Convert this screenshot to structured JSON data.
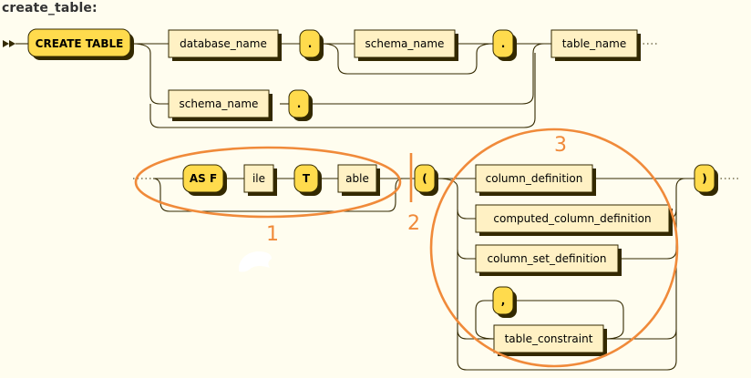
{
  "title": "create_table:",
  "tokens": {
    "create_table": "CREATE TABLE",
    "database_name": "database_name",
    "dot": ".",
    "schema_name": "schema_name",
    "table_name": "table_name",
    "as_f": "AS F",
    "ile": "ile",
    "t": "T",
    "able": "able",
    "open_paren": "(",
    "column_definition": "column_definition",
    "computed_column_definition": "computed_column_definition",
    "column_set_definition": "column_set_definition",
    "comma": ",",
    "table_constraint": "table_constraint",
    "close_paren": ")"
  },
  "annotations": {
    "one": "1",
    "two": "2",
    "three": "3"
  },
  "colors": {
    "background": "#fffdef",
    "line": "#332900",
    "terminal_fill": "#ffdb4d",
    "nonterminal_fill": "#fff1c4",
    "annotation": "#f08a3a"
  }
}
